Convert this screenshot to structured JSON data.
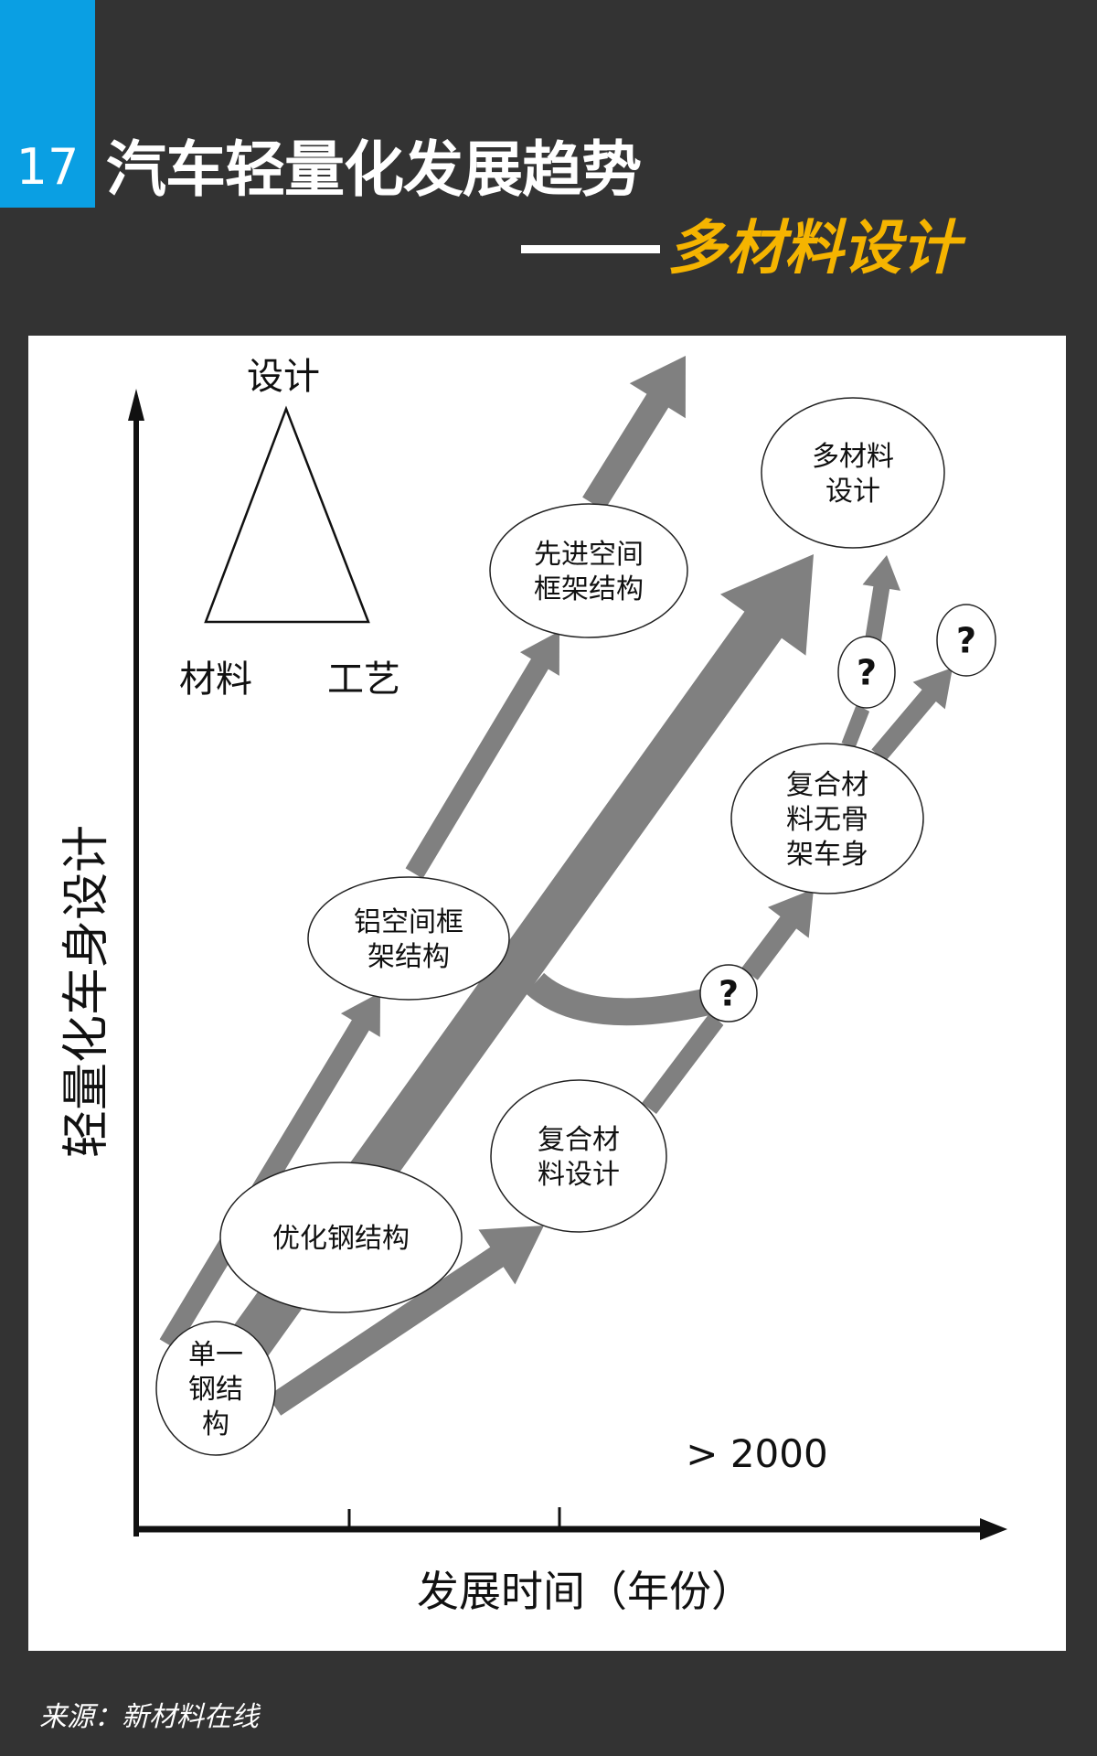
{
  "header": {
    "number": "17",
    "title": "汽车轻量化发展趋势",
    "subtitle": "多材料设计"
  },
  "diagram": {
    "triangle": {
      "top": "设计",
      "left": "材料",
      "right": "工艺"
    },
    "y_axis_label": "轻量化车身设计",
    "x_axis_label": "发展时间（年份）",
    "annotation": "> 2000",
    "nodes": {
      "single_steel": [
        "单一",
        "钢结",
        "构"
      ],
      "optimized_steel": [
        "优化钢结构"
      ],
      "aluminum_space_frame": [
        "铝空间框",
        "架结构"
      ],
      "advanced_space_frame": [
        "先进空间",
        "框架结构"
      ],
      "multi_material": [
        "多材料",
        "设计"
      ],
      "composite_design": [
        "复合材",
        "料设计"
      ],
      "composite_frameless": [
        "复合材",
        "料无骨",
        "架车身"
      ],
      "unknown_1": "?",
      "unknown_2": "?",
      "unknown_3": "?"
    }
  },
  "footer": {
    "source": "来源：新材料在线"
  },
  "colors": {
    "accent_blue": "#0a9fe3",
    "accent_yellow": "#f5b400",
    "arrow": "#808080",
    "background": "#333333"
  }
}
